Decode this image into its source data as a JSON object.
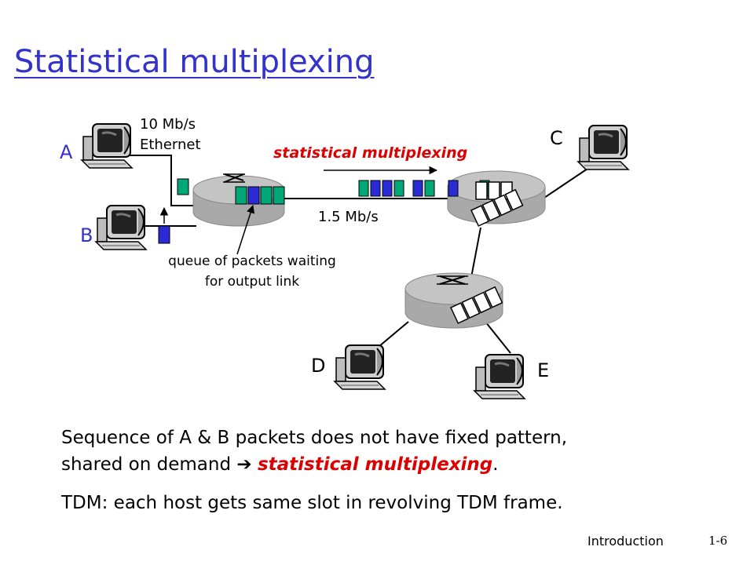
{
  "title": "Statistical multiplexing",
  "hosts": {
    "a": "A",
    "b": "B",
    "c": "C",
    "d": "D",
    "e": "E"
  },
  "labels": {
    "ethernet": "10 Mb/s\nEthernet",
    "stat_mux": "statistical multiplexing",
    "link_rate": "1.5 Mb/s",
    "queue": "queue of packets waiting for output link"
  },
  "bullets": {
    "b1_line1": "Sequence of A & B packets does not have fixed pattern,",
    "b1_line2_prefix": "shared on demand ",
    "b1_arrow": "➔",
    "b1_em": "statistical multiplexing",
    "b1_end": ".",
    "b2": "TDM: each host gets same slot in revolving TDM frame."
  },
  "footer": {
    "left": "Introduction",
    "right": "1-6"
  },
  "colors": {
    "title": "#3333cc",
    "accent_red": "#dd0000",
    "packet_green": "#00a878",
    "packet_blue": "#2b2bd6",
    "router": "#b8b8b8"
  },
  "icons": [
    "computer-icon",
    "router-icon",
    "arrow-icon"
  ]
}
